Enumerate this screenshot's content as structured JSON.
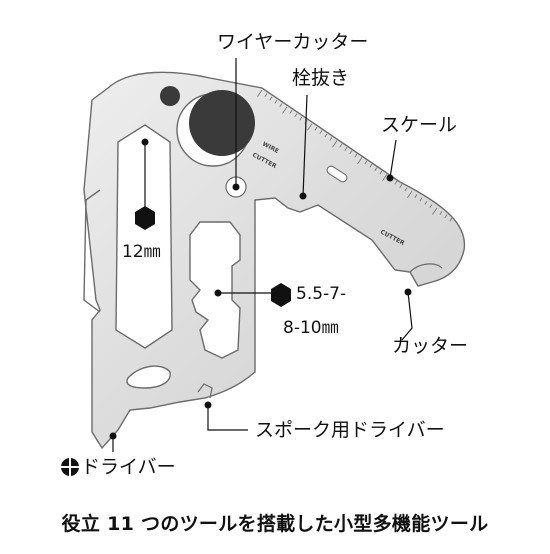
{
  "labels": {
    "wire_cutter": "ワイヤーカッター",
    "spoke_puller": "栓抜き",
    "scale": "スケール",
    "hex_12": "12㎜",
    "hex_multi_line1": "5.5-7-",
    "hex_multi_line2": "8-10㎜",
    "cutter": "カッター",
    "spoke_driver": "スポーク用ドライバー",
    "phillips": "ドライバー"
  },
  "etched": {
    "wire": "WIRE",
    "cutter_small": "CUTTER",
    "cutter_blade": "CUTTER"
  },
  "caption": "役立 11 つのツールを搭載した小型多機能ツール",
  "colors": {
    "metal": "#dedede",
    "outline": "#6b6b6b",
    "dark_circle": "#3a3a3a",
    "leader": "#111111"
  }
}
